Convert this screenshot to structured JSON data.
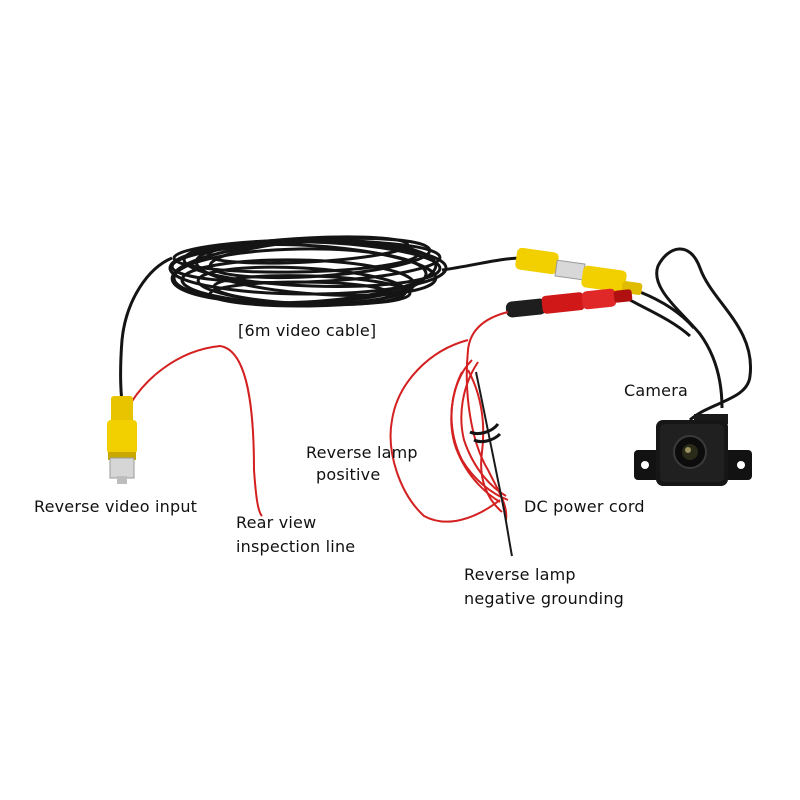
{
  "labels": {
    "video_cable": "[6m video cable]",
    "camera": "Camera",
    "reverse_lamp_positive_line1": "Reverse lamp",
    "reverse_lamp_positive_line2": "positive",
    "reverse_video_input": "Reverse video input",
    "dc_power_cord": "DC power cord",
    "rear_view_line1": "Rear view",
    "rear_view_line2": "inspection line",
    "reverse_lamp_negative_line1": "Reverse lamp",
    "reverse_lamp_negative_line2": "negative grounding"
  },
  "colors": {
    "background": "#ffffff",
    "cable_black": "#141414",
    "wire_red": "#d42020",
    "connector_yellow": "#f2d000",
    "connector_red": "#d01818"
  }
}
